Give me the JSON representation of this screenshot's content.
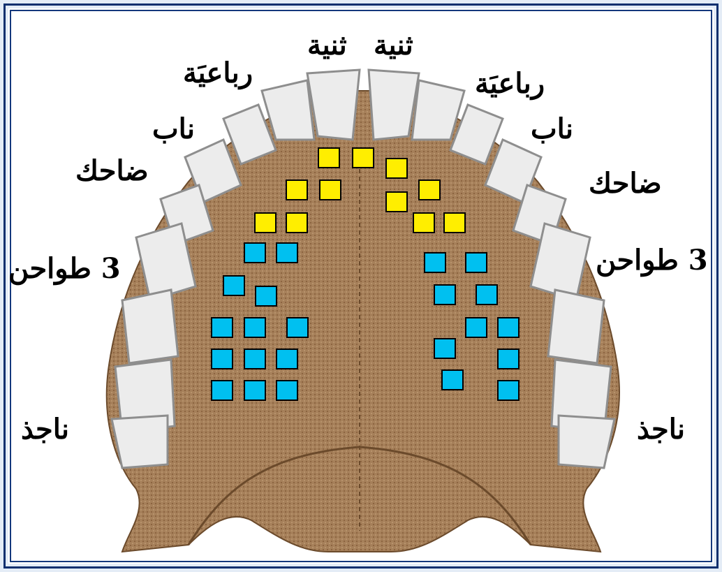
{
  "labels": {
    "central_incisor_right": "ثنية",
    "central_incisor_left": "ثنية",
    "lateral_incisor_right": "رباعيَة",
    "lateral_incisor_left": "رباعيَة",
    "canine_right": "ناب",
    "canine_left": "ناب",
    "premolar_right": "ضاحك",
    "premolar_left": "ضاحك",
    "molars_right": "3 طواحن",
    "molars_left": "3 طواحن",
    "wisdom_right": "ناجذ",
    "wisdom_left": "ناجذ"
  },
  "colors": {
    "frame_outer": "#e4ecf6",
    "frame_line": "#0c2f6e",
    "palate": "#a6805a",
    "palate_dark": "#7a5533",
    "tooth": "#ececec",
    "tooth_shadow": "#8e8e8e",
    "marker_front": "#ffee00",
    "marker_back": "#00c0f0",
    "marker_border": "#000000"
  }
}
